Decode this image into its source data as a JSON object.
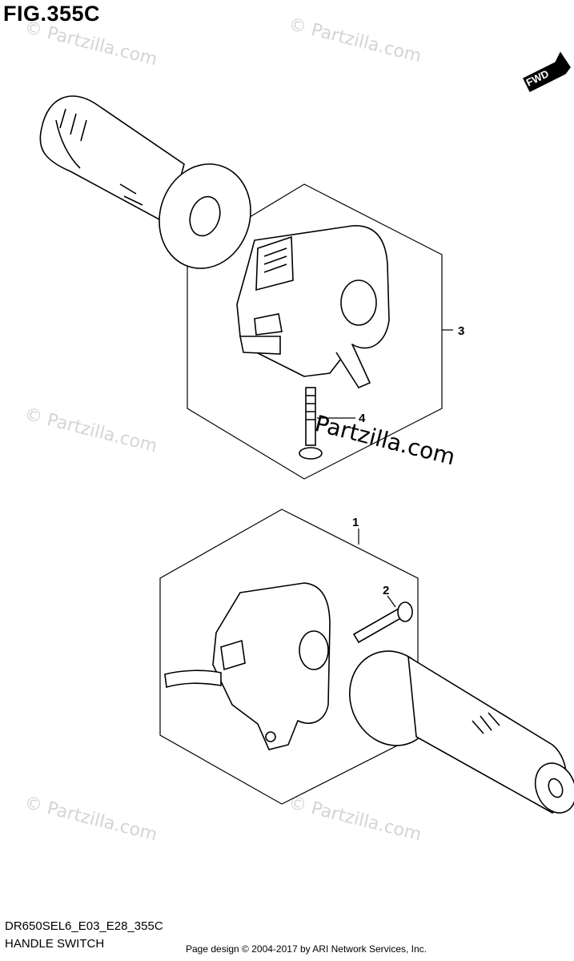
{
  "figure": {
    "title": "FIG.355C",
    "code": "DR650SEL6_E03_E28_355C",
    "name": "HANDLE SWITCH",
    "fwd_label": "FWD"
  },
  "callouts": [
    {
      "label": "1",
      "part": "left-handle-switch-assembly"
    },
    {
      "label": "2",
      "part": "screw"
    },
    {
      "label": "3",
      "part": "right-handle-switch-assembly"
    },
    {
      "label": "4",
      "part": "screw"
    }
  ],
  "watermarks": {
    "text": "© Partzilla.com",
    "center_text": "Partzilla.com"
  },
  "footer": {
    "copyright": "Page design © 2004-2017 by ARI Network Services, Inc."
  }
}
